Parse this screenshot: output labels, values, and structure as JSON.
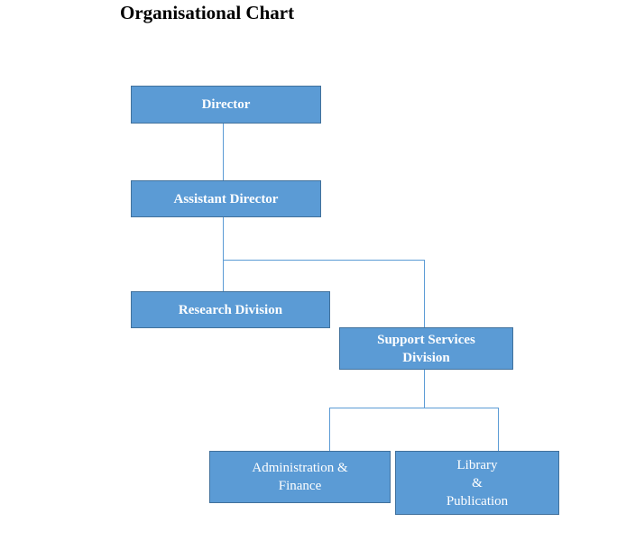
{
  "title": "Organisational Chart",
  "colors": {
    "box_fill": "#5b9bd5",
    "box_border": "#41719c",
    "connector": "#5b9bd5",
    "box_text": "#ffffff"
  },
  "nodes": {
    "director": {
      "lines": [
        "Director"
      ]
    },
    "assistant_director": {
      "lines": [
        "Assistant Director"
      ]
    },
    "research_division": {
      "lines": [
        "Research Division"
      ]
    },
    "support_services": {
      "lines": [
        "Support Services",
        "Division"
      ]
    },
    "admin_finance": {
      "lines": [
        "Administration &",
        "Finance"
      ]
    },
    "library_publication": {
      "lines": [
        "Library",
        "&",
        "Publication"
      ]
    }
  }
}
